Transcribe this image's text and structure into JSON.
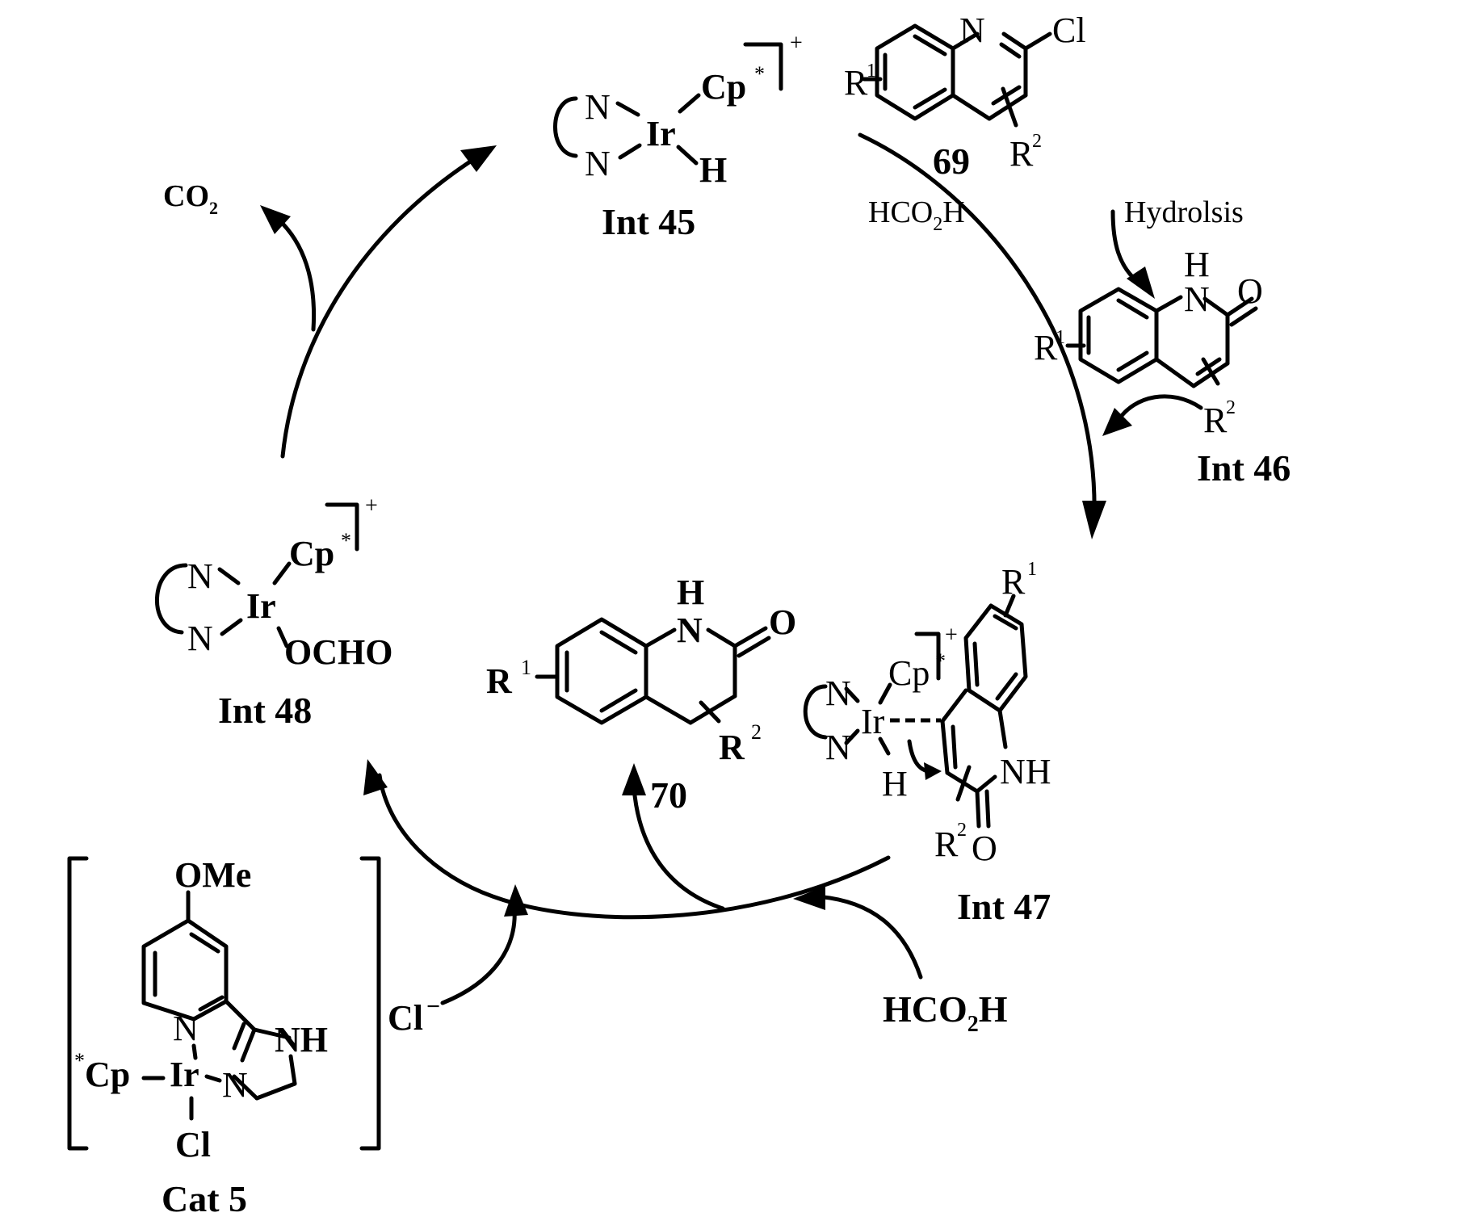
{
  "diagram": {
    "type": "catalytic-cycle",
    "catalyst": {
      "label": "Cat 5",
      "substituent": "OMe",
      "metal": "Ir",
      "ligand_cp": "*Cp",
      "chloride_ligand": "Cl",
      "pyridine_n": "N",
      "imidazoline_n": "N",
      "imidazoline_nh": "NH",
      "counterion": "Cl",
      "counterion_charge": "−"
    },
    "intermediates": [
      {
        "id": "int45",
        "label": "Int 45",
        "metal": "Ir",
        "cp": "Cp",
        "cp_star": "*",
        "charge": "+",
        "ligand_top": "N",
        "ligand_bottom": "N",
        "substituent": "H"
      },
      {
        "id": "int46",
        "label": "Int 46",
        "nh_h": "H",
        "n": "N",
        "o": "O",
        "r1": "R",
        "r1_sup": "1",
        "r2": "R",
        "r2_sup": "2"
      },
      {
        "id": "int47",
        "label": "Int 47",
        "metal": "Ir",
        "cp": "Cp",
        "cp_star": "*",
        "charge": "+",
        "ligand_top": "N",
        "ligand_bottom": "N",
        "hydride": "H",
        "nh": "NH",
        "o": "O",
        "r1": "R",
        "r1_sup": "1",
        "r2": "R",
        "r2_sup": "2"
      },
      {
        "id": "int48",
        "label": "Int 48",
        "metal": "Ir",
        "cp": "Cp",
        "cp_star": "*",
        "charge": "+",
        "ligand_top": "N",
        "ligand_bottom": "N",
        "substituent": "OCHO"
      }
    ],
    "substrate": {
      "id": "69",
      "label": "69",
      "n": "N",
      "cl": "Cl",
      "r1": "R",
      "r1_sup": "1",
      "r2": "R",
      "r2_sup": "2"
    },
    "product": {
      "id": "70",
      "label": "70",
      "nh_h": "H",
      "n": "N",
      "o": "O",
      "r1": "R",
      "r1_sup": "1",
      "r2": "R",
      "r2_sup": "2"
    },
    "reagents": {
      "hydrolysis_reagent": {
        "main": "HCO",
        "sub": "2",
        "tail": "H"
      },
      "hydrolysis_label": "Hydrolsis",
      "formic_acid": {
        "main": "HCO",
        "sub": "2",
        "tail": "H"
      },
      "co2": {
        "main": "CO",
        "sub": "2"
      }
    }
  }
}
